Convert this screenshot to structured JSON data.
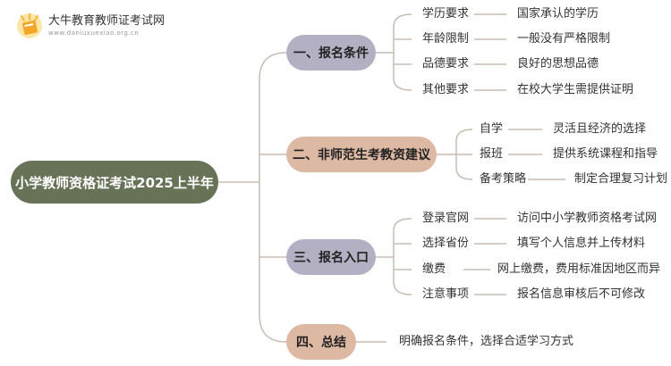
{
  "brand": {
    "title": "大牛教育教师证考试网",
    "url": "www.daniuxuexiao.org.cn"
  },
  "colors": {
    "root_fill": "#677257",
    "branch_purple": "#b3b0c4",
    "branch_tan": "#ddb9a4",
    "connector": "#c9bdb3"
  },
  "root": {
    "label": "小学教师资格证考试2025上半年"
  },
  "branches": [
    {
      "label": "一、报名条件",
      "children": [
        {
          "label": "学历要求",
          "detail": "国家承认的学历"
        },
        {
          "label": "年龄限制",
          "detail": "一般没有严格限制"
        },
        {
          "label": "品德要求",
          "detail": "良好的思想品德"
        },
        {
          "label": "其他要求",
          "detail": "在校大学生需提供证明"
        }
      ]
    },
    {
      "label": "二、非师范生考教资建议",
      "children": [
        {
          "label": "自学",
          "detail": "灵活且经济的选择"
        },
        {
          "label": "报班",
          "detail": "提供系统课程和指导"
        },
        {
          "label": "备考策略",
          "detail": "制定合理复习计划"
        }
      ]
    },
    {
      "label": "三、报名入口",
      "children": [
        {
          "label": "登录官网",
          "detail": "访问中小学教师资格考试网"
        },
        {
          "label": "选择省份",
          "detail": "填写个人信息并上传材料"
        },
        {
          "label": "缴费",
          "detail": "网上缴费，费用标准因地区而异"
        },
        {
          "label": "注意事项",
          "detail": "报名信息审核后不可修改"
        }
      ]
    },
    {
      "label": "四、总结",
      "summary": "明确报名条件，选择合适学习方式"
    }
  ]
}
